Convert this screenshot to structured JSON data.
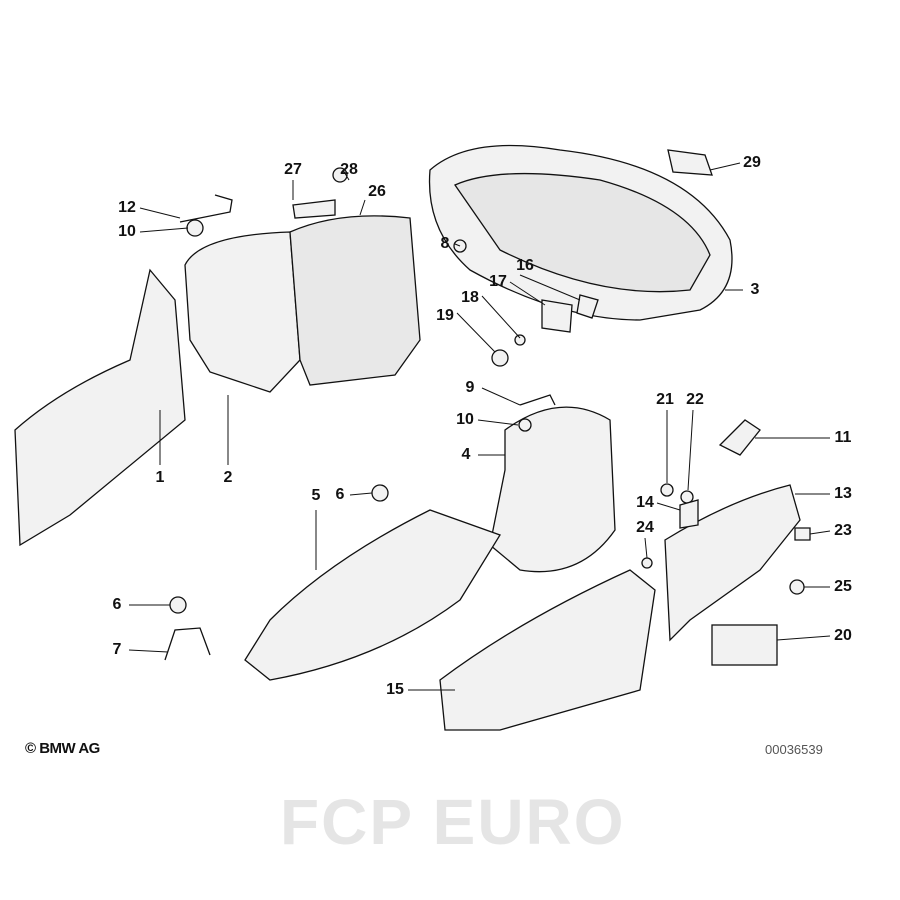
{
  "callouts": [
    "27",
    "28",
    "26",
    "29",
    "12",
    "10",
    "8",
    "16",
    "17",
    "18",
    "3",
    "19",
    "9",
    "21",
    "22",
    "10",
    "11",
    "4",
    "1",
    "2",
    "13",
    "5",
    "6",
    "14",
    "23",
    "24",
    "25",
    "6",
    "20",
    "7",
    "15"
  ],
  "footer": {
    "copyright": "© BMW AG",
    "diagram_code": "00036539"
  },
  "watermark": "FCP EURO"
}
